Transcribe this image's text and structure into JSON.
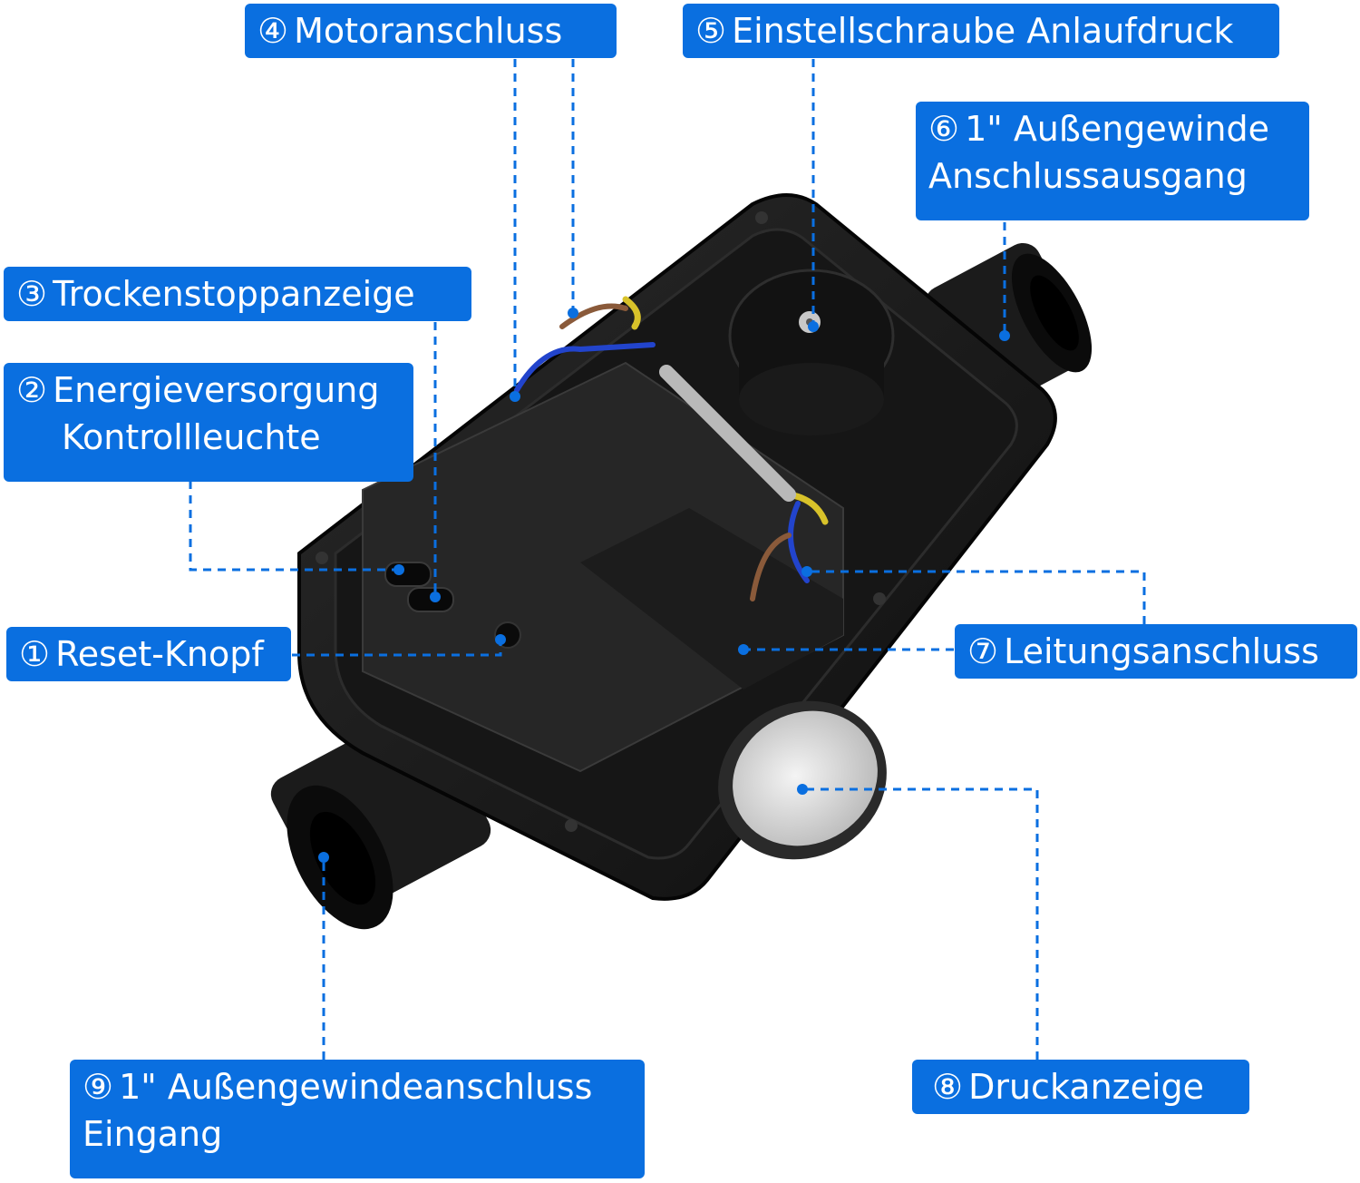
{
  "callouts": [
    {
      "num": "①",
      "text": "Reset-Knopf"
    },
    {
      "num": "②",
      "line1": "Energieversorgung",
      "line2": "Kontrollleuchte"
    },
    {
      "num": "③",
      "text": "Trockenstoppanzeige"
    },
    {
      "num": "④",
      "text": "Motoranschluss"
    },
    {
      "num": "⑤",
      "text": "Einstellschraube Anlaufdruck"
    },
    {
      "num": "⑥",
      "line1": "1\" Außengewinde",
      "line2": "Anschlussausgang"
    },
    {
      "num": "⑦",
      "text": "Leitungsanschluss"
    },
    {
      "num": "⑧",
      "text": "Druckanzeige"
    },
    {
      "num": "⑨",
      "line1": "1\" Außengewindeanschluss",
      "line2": "Eingang"
    }
  ],
  "colors": {
    "label_bg": "#0a6fe0",
    "label_text": "#ffffff",
    "leader": "#0a6fe0",
    "device_body": "#1a1a1a"
  }
}
